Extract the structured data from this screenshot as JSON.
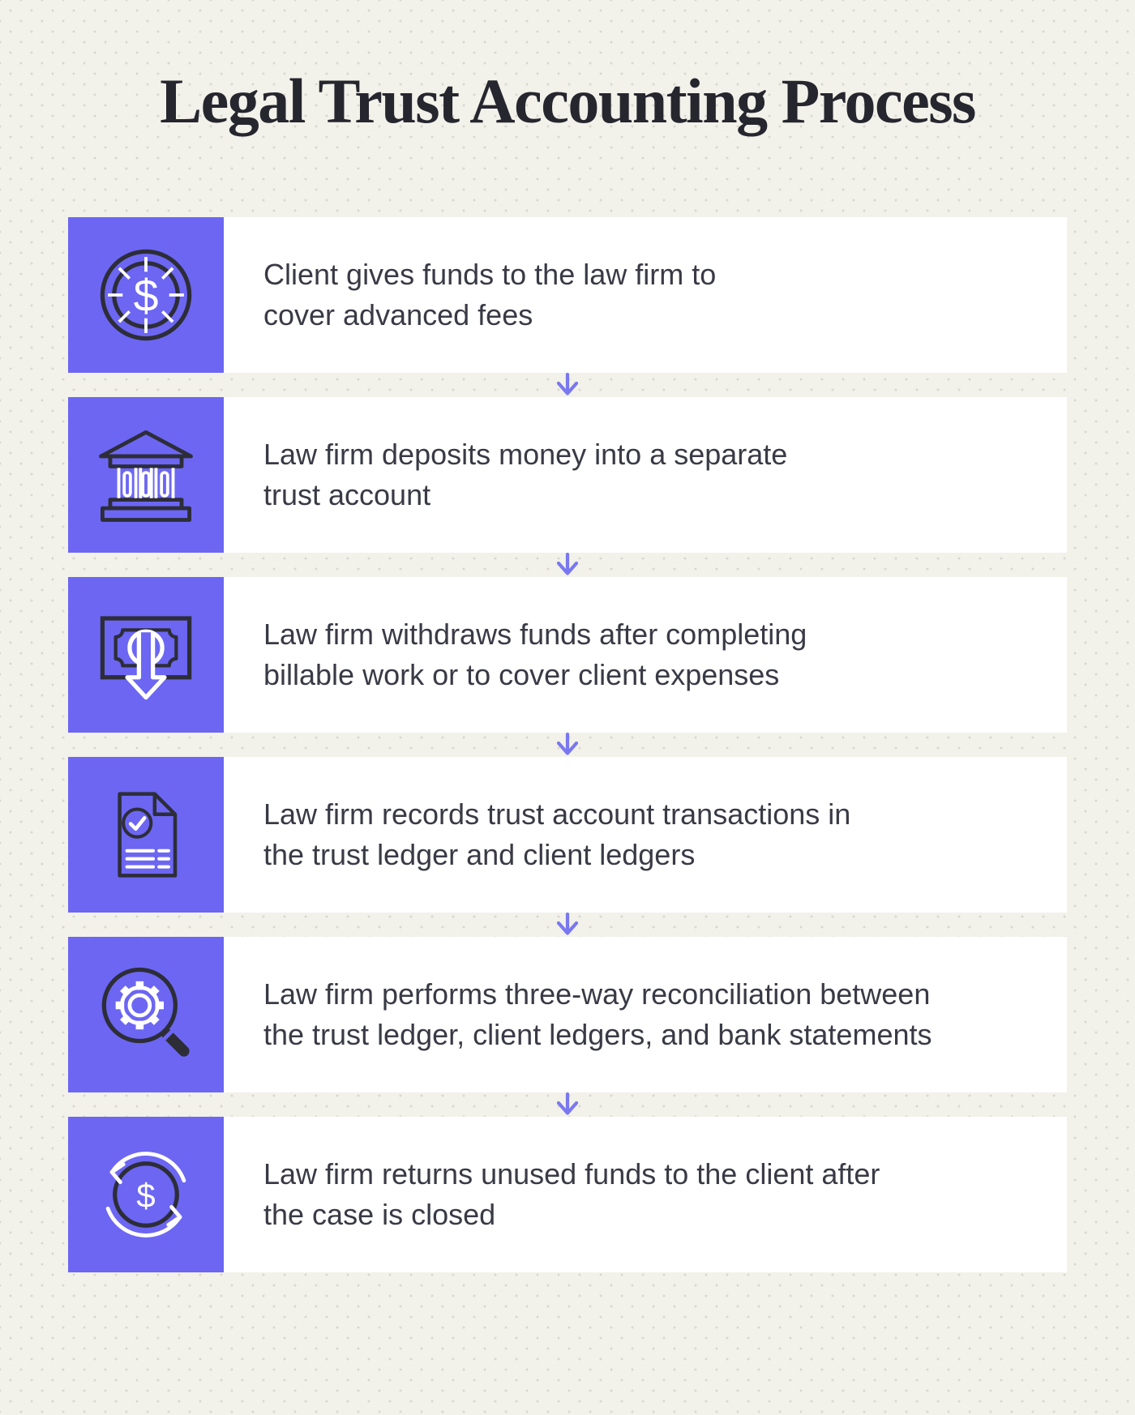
{
  "title": "Legal Trust Accounting Process",
  "colors": {
    "page_bg": "#f2f1ea",
    "dot": "#d9d8cf",
    "accent": "#6c66f3",
    "arrow": "#7a78ef",
    "icon_stroke": "#2d2d38",
    "row_bg": "#ffffff",
    "text": "#393a45",
    "title": "#26262f"
  },
  "steps": [
    {
      "icon": "coin-icon",
      "lines": [
        "Client gives funds to the law firm to",
        "cover advanced fees"
      ]
    },
    {
      "icon": "bank-icon",
      "lines": [
        "Law firm deposits money into a separate",
        "trust account"
      ]
    },
    {
      "icon": "withdraw-cash-icon",
      "lines": [
        "Law firm withdraws funds after completing",
        "billable work or to cover client expenses"
      ]
    },
    {
      "icon": "ledger-document-icon",
      "lines": [
        "Law firm records trust account transactions in",
        "the trust ledger and client ledgers"
      ]
    },
    {
      "icon": "reconciliation-magnifier-icon",
      "lines": [
        "Law firm performs three-way reconciliation between",
        "the trust ledger, client ledgers, and bank statements"
      ]
    },
    {
      "icon": "return-funds-icon",
      "lines": [
        "Law firm returns unused funds to the client after",
        "the case is closed"
      ]
    }
  ],
  "dollar_glyph": "$"
}
